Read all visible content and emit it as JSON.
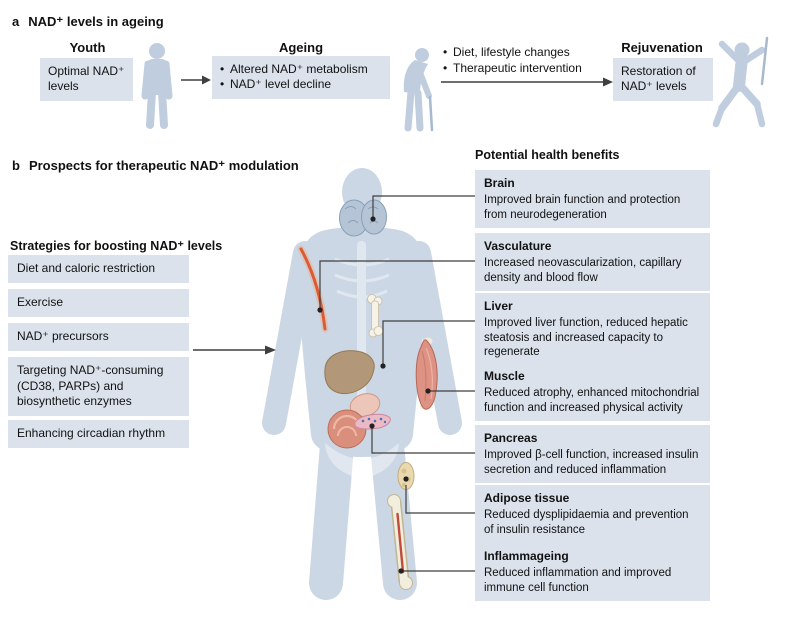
{
  "panel_a": {
    "label": "a",
    "title": "NAD⁺ levels in ageing",
    "youth": {
      "heading": "Youth",
      "box": "Optimal NAD⁺ levels"
    },
    "ageing": {
      "heading": "Ageing",
      "bullets": [
        "Altered NAD⁺ metabolism",
        "NAD⁺ level decline"
      ]
    },
    "transition": {
      "bullets": [
        "Diet, lifestyle changes",
        "Therapeutic intervention"
      ]
    },
    "rejuvenation": {
      "heading": "Rejuvenation",
      "box": "Restoration of NAD⁺ levels"
    }
  },
  "panel_b": {
    "label": "b",
    "title": "Prospects for therapeutic NAD⁺ modulation",
    "strategies": {
      "heading": "Strategies for boosting NAD⁺ levels",
      "items": [
        "Diet and caloric restriction",
        "Exercise",
        "NAD⁺ precursors",
        "Targeting NAD⁺-consuming (CD38, PARPs) and biosynthetic enzymes",
        "Enhancing circadian rhythm"
      ]
    },
    "benefits": {
      "heading": "Potential health benefits",
      "items": [
        {
          "organ": "Brain",
          "text": "Improved brain function and protection from neurodegeneration"
        },
        {
          "organ": "Vasculature",
          "text": "Increased neovascularization, capillary density and blood flow"
        },
        {
          "organ": "Liver",
          "text": "Improved liver function, reduced hepatic steatosis and increased capacity to regenerate"
        },
        {
          "organ": "Muscle",
          "text": "Reduced atrophy, enhanced mitochondrial function and increased physical activity"
        },
        {
          "organ": "Pancreas",
          "text": "Improved β-cell function, increased insulin secretion and reduced inflammation"
        },
        {
          "organ": "Adipose tissue",
          "text": "Reduced dysplipidaemia and prevention of insulin resistance"
        },
        {
          "organ": "Inflammageing",
          "text": "Reduced inflammation and improved immune cell function"
        }
      ]
    }
  },
  "colors": {
    "box_bg": "#dbe2ec",
    "silhouette": "#ccd7e5",
    "figure_silhouette": "#bfcddf",
    "connector": "#3f3f3f",
    "liver": "#b29878",
    "muscle": "#dd9284",
    "pancreas": "#ecbac3",
    "adipose": "#ead9ae",
    "vessel": "#de5a34",
    "bone": "#f2eedd"
  }
}
